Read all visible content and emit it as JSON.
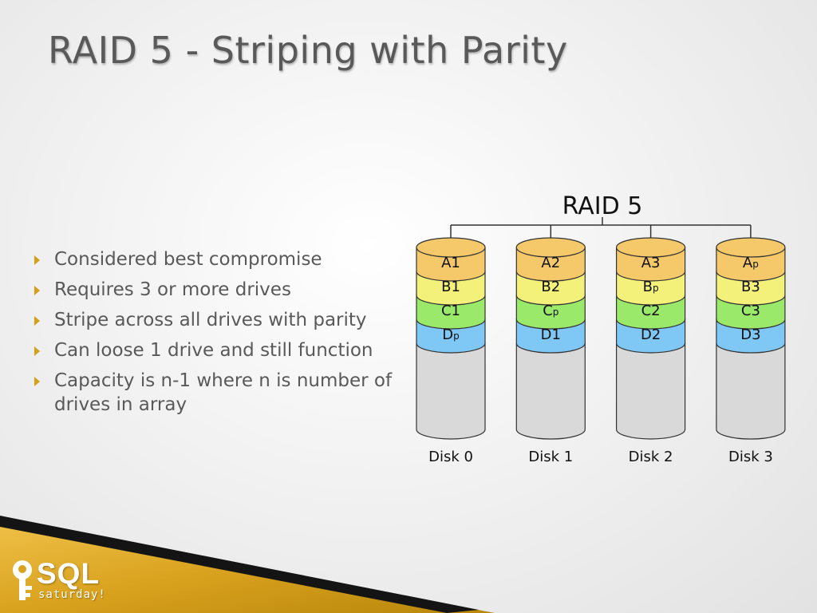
{
  "slide": {
    "title": "RAID 5 - Striping with Parity"
  },
  "bullets": [
    "Considered best compromise",
    "Requires 3 or more drives",
    "Stripe across all drives with parity",
    "Can loose 1 drive and still function",
    "Capacity is n-1 where n is number of drives in array"
  ],
  "diagram": {
    "title": "RAID 5",
    "disks": [
      {
        "label": "Disk 0",
        "blocks": [
          [
            "A1",
            ""
          ],
          [
            "B1",
            ""
          ],
          [
            "C1",
            ""
          ],
          [
            "D",
            "p"
          ]
        ]
      },
      {
        "label": "Disk 1",
        "blocks": [
          [
            "A2",
            ""
          ],
          [
            "B2",
            ""
          ],
          [
            "C",
            "p"
          ],
          [
            "D1",
            ""
          ]
        ]
      },
      {
        "label": "Disk 2",
        "blocks": [
          [
            "A3",
            ""
          ],
          [
            "B",
            "p"
          ],
          [
            "C2",
            ""
          ],
          [
            "D2",
            ""
          ]
        ]
      },
      {
        "label": "Disk 3",
        "blocks": [
          [
            "A",
            "p"
          ],
          [
            "B3",
            ""
          ],
          [
            "C3",
            ""
          ],
          [
            "D3",
            ""
          ]
        ]
      }
    ],
    "colors": {
      "row_a": "#f5c96a",
      "row_b": "#f3f17a",
      "row_c": "#9be96a",
      "row_d": "#7fc8f5",
      "body": "#d9d9d9",
      "stroke": "#333333"
    }
  },
  "branding": {
    "logo_main": "SQL",
    "logo_sub": "saturday!",
    "accent": "#d4a017"
  }
}
